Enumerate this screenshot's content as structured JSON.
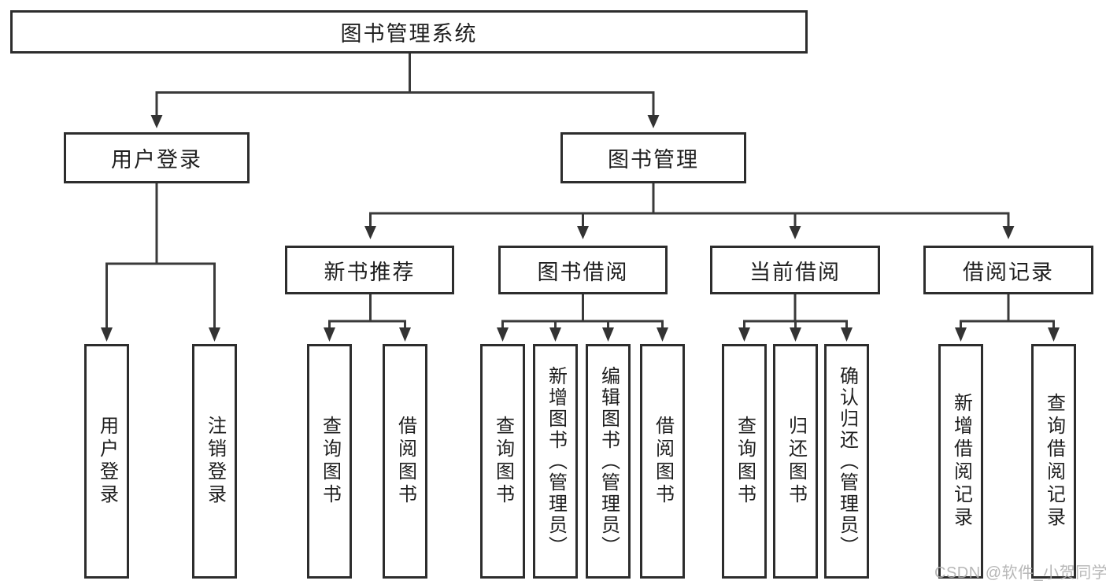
{
  "colors": {
    "background": "#ffffff",
    "line": "#3a3a3a",
    "box_border": "#2d2d2d",
    "text": "#1e1e1e",
    "watermark": "#afafaf"
  },
  "diagram": {
    "root": "图书管理系统",
    "branches": {
      "user": "用户登录",
      "book": "图书管理"
    },
    "modules": [
      "新书推荐",
      "图书借阅",
      "当前借阅",
      "借阅记录"
    ],
    "leaves": {
      "user": [
        "用户登录",
        "注销登录"
      ],
      "recommend": [
        "查询图书",
        "借阅图书"
      ],
      "borrow": [
        "查询图书",
        "新增图书（管理员）",
        "编辑图书（管理员）",
        "借阅图书"
      ],
      "current": [
        "查询图书",
        "归还图书",
        "确认归还（管理员）"
      ],
      "record": [
        "新增借阅记录",
        "查询借阅记录"
      ]
    }
  },
  "watermark": "CSDN @软件_小贺同学"
}
